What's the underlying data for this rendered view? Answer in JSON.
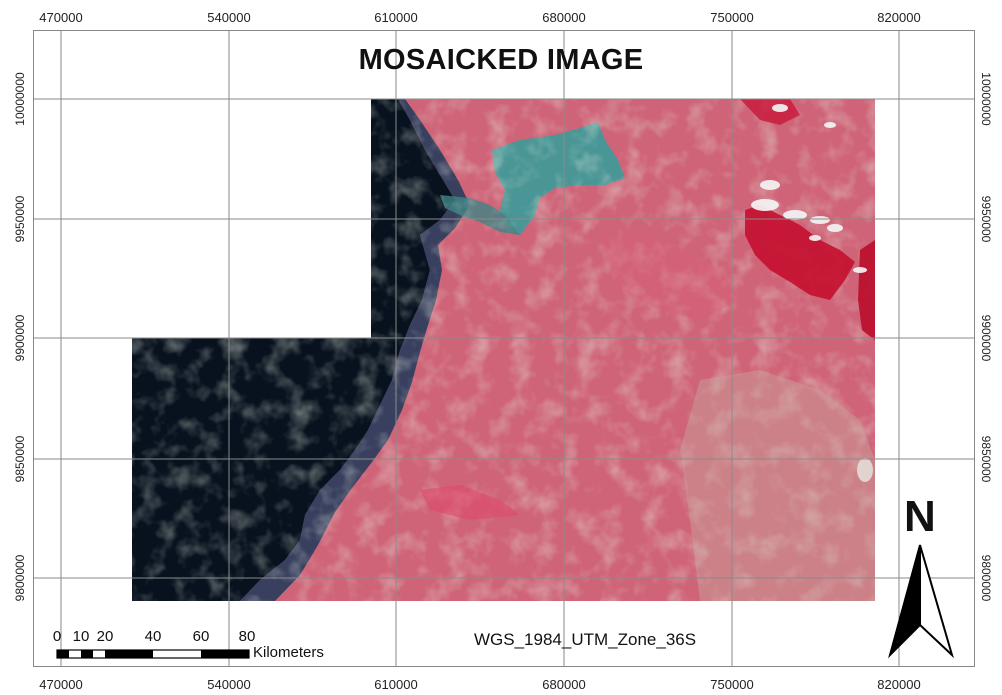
{
  "title": "MOSAICKED IMAGE",
  "axes": {
    "x_ticks": [
      "470000",
      "540000",
      "610000",
      "680000",
      "750000",
      "820000"
    ],
    "y_ticks": [
      "10000000",
      "9950000",
      "9900000",
      "9850000",
      "9800000"
    ]
  },
  "scale_bar": {
    "labels": [
      "0",
      "10",
      "20",
      "40",
      "60",
      "80"
    ],
    "unit": "Kilometers"
  },
  "projection": "WGS_1984_UTM_Zone_36S",
  "north_arrow": {
    "label": "N",
    "icon": "north-arrow-icon"
  },
  "colors": {
    "land": "#d66a80",
    "water": "#0b1a2e",
    "lake_turquoise": "#4c9a9a",
    "vegetation": "#c9153a",
    "cloud": "#f2f2f2",
    "grid": "#8a8a8a"
  }
}
